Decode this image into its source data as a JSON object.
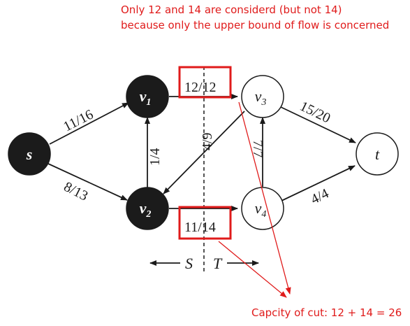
{
  "annotation": {
    "top_line1": "Only 12 and 14 are considerd (but not 14)",
    "top_line2": "because only the upper bound of flow is concerned",
    "bottom": "Capcity of cut: 12 + 14 = 26"
  },
  "nodes": {
    "s": {
      "base": "s",
      "sub": ""
    },
    "v1": {
      "base": "v",
      "sub": "1"
    },
    "v2": {
      "base": "v",
      "sub": "2"
    },
    "v3": {
      "base": "v",
      "sub": "3"
    },
    "v4": {
      "base": "v",
      "sub": "4"
    },
    "t": {
      "base": "t",
      "sub": ""
    }
  },
  "edges": {
    "s_v1": "11/16",
    "s_v2": "8/13",
    "v2_v1": "1/4",
    "v1_v3": "12/12",
    "v3_v2": "4/9",
    "v2_v4": "11/14",
    "v4_v3": "7/7",
    "v3_t": "15/20",
    "v4_t": "4/4"
  },
  "cut": {
    "s_label": "S",
    "t_label": "T"
  },
  "colors": {
    "annotation": "#e01b1b",
    "source_side_node": "#1b1b1b",
    "sink_side_node": "#ffffff"
  }
}
